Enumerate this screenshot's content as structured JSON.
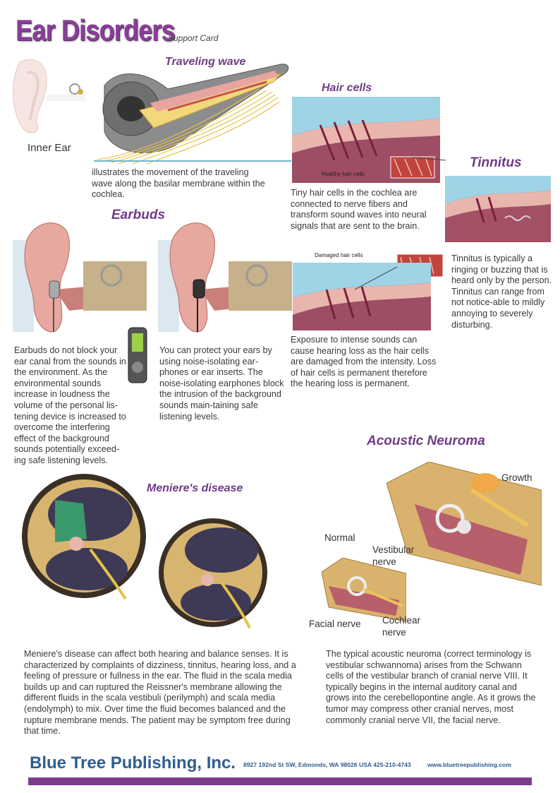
{
  "header": {
    "title": "Ear Disorders",
    "subtitle": "Support Card"
  },
  "traveling_wave": {
    "title": "Traveling wave",
    "inner_ear_label": "Inner Ear",
    "body": "illustrates the movement of the traveling wave along the basilar membrane within the cochlea."
  },
  "hair_cells": {
    "title": "Hair cells",
    "healthy_label": "Healthy hair cells",
    "damaged_label": "Damaged hair cells",
    "body": "Tiny hair cells in the cochlea are connected to nerve fibers and transform sound waves into neural signals that are sent to the brain.",
    "body2": "Exposure to intense sounds can cause hearing loss as the hair cells are damaged from the intensity.  Loss of hair cells is permanent therefore the hearing loss is permanent."
  },
  "tinnitus": {
    "title": "Tinnitus",
    "body": "Tinnitus is typically a ringing or buzzing that is heard only by the person. Tinnitus can range from not notice-able to mildly annoying to severely disturbing."
  },
  "earbuds": {
    "title": "Earbuds",
    "body_left": "Earbuds do not block your ear canal from the sounds in the environment.  As the environmental sounds increase in loudness the volume of the personal lis-tening device is increased to overcome the interfering effect of the background sounds potentially exceed-ing safe listening levels.",
    "body_right": "You can protect your ears by using noise-isolating ear-phones or ear inserts.  The noise-isolating earphones block the intrusion of the background sounds main-taining safe listening levels."
  },
  "acoustic_neuroma": {
    "title": "Acoustic Neuroma",
    "growth_label": "Growth",
    "normal_label": "Normal",
    "vestibular_label": "Vestibular nerve",
    "facial_label": "Facial nerve",
    "cochlear_label": "Cochlear nerve",
    "body": "The typical acoustic neuroma (correct terminology is vestibular schwannoma) arises from the Schwann cells of the vestibular branch of cranial nerve VIII.  It typically begins in the internal auditory canal and grows into the cerebellopontine angle.  As it grows the tumor may compress other cranial nerves, most commonly cranial nerve VII, the facial nerve."
  },
  "menieres": {
    "title": "Meniere's disease",
    "body": "Meniere's disease can affect both hearing and balance senses. It is characterized by complaints of dizziness, tinnitus, hearing loss, and a feeling of pressure or fullness in the ear.  The fluid in the scala media builds up and can ruptured the Reissner's membrane allowing the different fluids in the scala vestibuli (perilymph) and scala media (endolymph) to mix.  Over time the fluid becomes balanced and the rupture membrane mends. The patient may be symptom free during that time."
  },
  "footer": {
    "brand": "Blue Tree Publishing, Inc.",
    "address": "8927 192nd St SW, Edmonds, WA 98026 USA 425-210-4743",
    "url": "www.bluetreepublishing.com"
  }
}
